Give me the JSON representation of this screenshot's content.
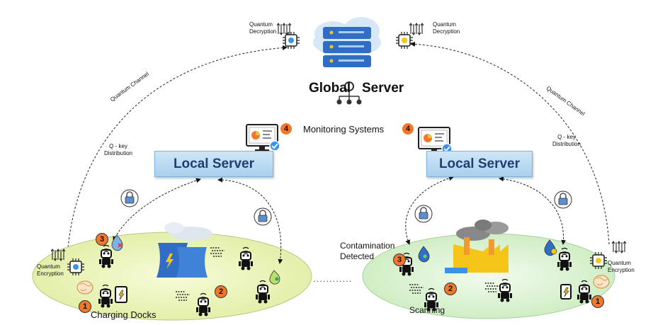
{
  "global_server": {
    "label_left": "Global",
    "label_right": "Server"
  },
  "quantum_decryption": {
    "left": "Quantum\nDecryption",
    "right": "Quantum\nDecryption"
  },
  "quantum_channel": {
    "left": "Quantum Channel",
    "right": "Quantum Channel"
  },
  "q_key": {
    "left": "Q - key\nDistribution",
    "right": "Q - key\nDistribution"
  },
  "monitoring": {
    "label": "Monitoring Systems",
    "badge": "4"
  },
  "local_server": {
    "left": "Local Server",
    "right": "Local Server"
  },
  "quantum_encryption": {
    "left": "Quantum\nEncryption",
    "right": "Quantum\nEncryption"
  },
  "left_site": {
    "charging_label": "Charging Docks",
    "badges": {
      "b1": "1",
      "b2": "2",
      "b3": "3"
    }
  },
  "right_site": {
    "contamination_label": "Contamination\nDetected",
    "scanning_label": "Scanning",
    "badges": {
      "b1": "1",
      "b2": "2",
      "b3": "3"
    }
  },
  "separator": "............",
  "colors": {
    "server_box_fill": "#b9dbf4",
    "server_box_text": "#1d3f73",
    "left_field": "#e6f2a8",
    "right_field": "#d3efc6",
    "badge": "#f1772d",
    "plant_blue": "#2f6ec4",
    "factory_yellow": "#f5c518"
  },
  "icons": [
    "cloud-server-icon",
    "chip-icon",
    "monitor-icon",
    "lock-icon",
    "robot-icon",
    "cooling-tower-icon",
    "factory-icon",
    "drop-icon",
    "charger-icon",
    "brain-icon",
    "network-icon"
  ]
}
